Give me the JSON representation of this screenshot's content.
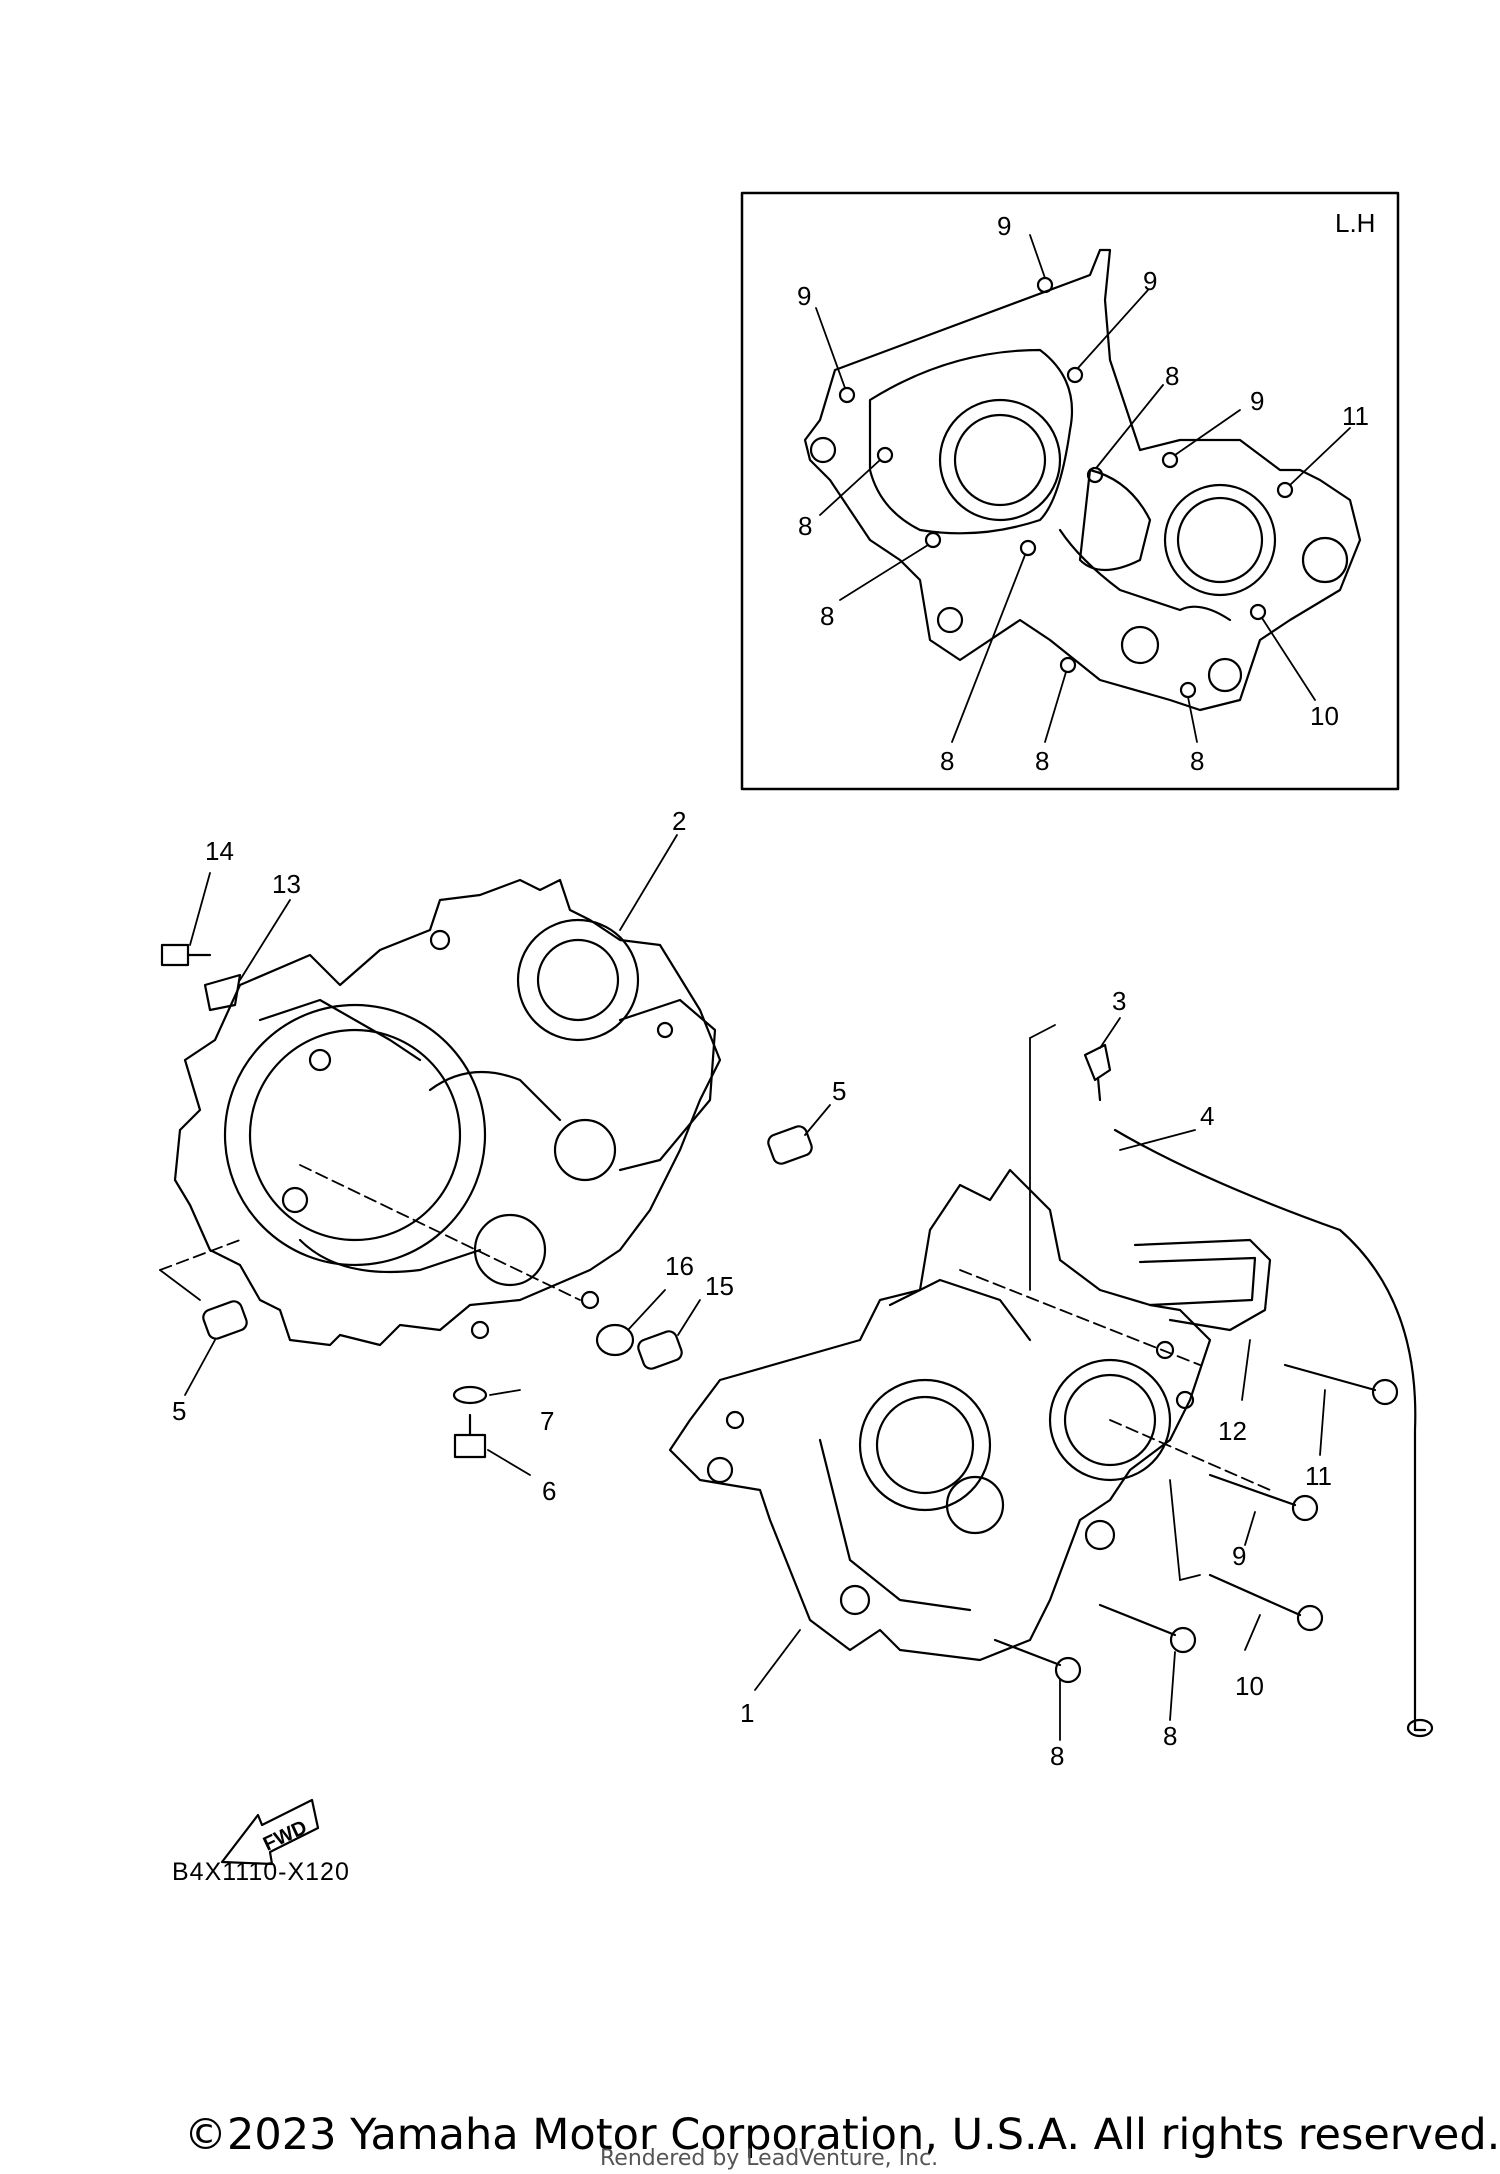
{
  "inset": {
    "label": "L.H"
  },
  "callouts": {
    "c1": "1",
    "c2": "2",
    "c3": "3",
    "c4": "4",
    "c5a": "5",
    "c5b": "5",
    "c6": "6",
    "c7": "7",
    "c8a": "8",
    "c8b": "8",
    "c9": "9",
    "c10": "10",
    "c11": "11",
    "c12": "12",
    "c13": "13",
    "c14": "14",
    "c15": "15",
    "c16": "16",
    "i9a": "9",
    "i9b": "9",
    "i9c": "9",
    "i9d": "9",
    "i8a": "8",
    "i8b": "8",
    "i8c": "8",
    "i8d": "8",
    "i8e": "8",
    "i8f": "8",
    "i11": "11",
    "i10": "10"
  },
  "fwd_label": "FWD",
  "diagram_code": "B4X1110-X120",
  "copyright": "©2023 Yamaha Motor Corporation, U.S.A. All rights reserved.",
  "rendered_by": "Rendered by LeadVenture, Inc."
}
